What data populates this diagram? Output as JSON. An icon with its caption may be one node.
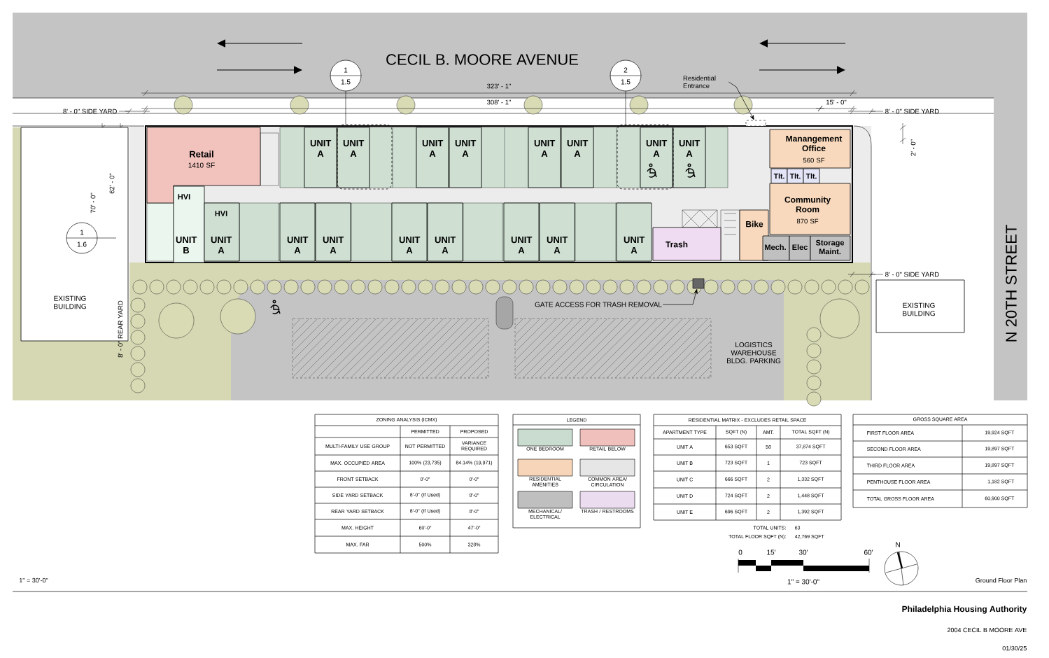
{
  "diagram": {
    "nodes": [
      {
        "text": [
          "Retail",
          "1410 SF"
        ]
      },
      {
        "text": [
          "UNIT A"
        ]
      },
      {
        "text": [
          "UNIT A"
        ]
      },
      {
        "text": [
          "UNIT A"
        ]
      },
      {
        "text": [
          "UNIT A"
        ]
      },
      {
        "text": [
          "UNIT A"
        ]
      },
      {
        "text": [
          "UNIT A"
        ]
      },
      {
        "text": [
          "UNIT A"
        ]
      },
      {
        "text": [
          "UNIT A"
        ]
      },
      {
        "text": [
          "HVI",
          "UNIT B"
        ]
      },
      {
        "text": [
          "HVI",
          "UNIT A"
        ]
      },
      {
        "text": [
          "UNIT A"
        ]
      },
      {
        "text": [
          "UNIT A"
        ]
      },
      {
        "text": [
          "UNIT A"
        ]
      },
      {
        "text": [
          "UNIT A"
        ]
      },
      {
        "text": [
          "UNIT A"
        ]
      },
      {
        "text": [
          "UNIT A"
        ]
      },
      {
        "text": [
          "UNIT A"
        ]
      },
      {
        "text": [
          "Manangement Office",
          "560 SF"
        ]
      },
      {
        "text": [
          "Tlt."
        ]
      },
      {
        "text": [
          "Tlt."
        ]
      },
      {
        "text": [
          "Tlt."
        ]
      },
      {
        "text": [
          "Community Room",
          "870 SF"
        ]
      },
      {
        "text": [
          "Bike"
        ]
      },
      {
        "text": [
          "Trash"
        ]
      },
      {
        "text": [
          "Mech."
        ]
      },
      {
        "text": [
          "Elec"
        ]
      },
      {
        "text": [
          "Storage Maint."
        ]
      },
      {
        "text": [
          "EXISTING BUILDING"
        ]
      },
      {
        "text": [
          "EXISTING BUILDING"
        ]
      },
      {
        "text": [
          "1",
          "1.5"
        ]
      },
      {
        "text": [
          "2",
          "1.5"
        ]
      },
      {
        "text": [
          "1",
          "1.6"
        ],
        "in": 28
      },
      {
        "text": [
          "Residential Entrance"
        ]
      },
      {
        "text": [
          "GATE ACCESS FOR TRASH REMOVAL"
        ]
      },
      {
        "text": [],
        "shape": "box"
      },
      {
        "text": [],
        "shape": "box"
      }
    ],
    "edges": [
      {
        "from": 33,
        "to": 35,
        "arrow": "to"
      },
      {
        "from": 34,
        "to": 36,
        "arrow": "to"
      }
    ],
    "labels": [
      "CECIL B. MOORE AVENUE",
      "323' - 1\"",
      "308' - 1\"",
      "15' - 0\"",
      "8' - 0\" SIDE YARD",
      "8' - 0\" SIDE YARD",
      "2' - 0\"",
      "70' - 0\"",
      "62' - 0\"",
      "N 20TH STREET",
      "8' - 0\" SIDE YARD",
      "8' - 0\" REAR YARD",
      "LOGISTICS WAREHOUSE BLDG. PARKING",
      "ZONING ANALYSIS (ICMX)",
      "PERMITTED",
      "PROPOSED",
      "MULTI-FAMILY USE GROUP",
      "NOT PERMITTED",
      "VARIANCE REQUIRED",
      "MAX. OCCUPIED AREA",
      "100% (23,735)",
      "84.14% (19,971)",
      "FRONT SETBACK",
      "0'-0\"",
      "0'-0\"",
      "SIDE YARD SETBACK",
      "8'-0\" (If Used)",
      "8'-0\"",
      "REAR YARD SETBACK",
      "8'-0\" (If Used)",
      "8'-0\"",
      "MAX. HEIGHT",
      "60'-0\"",
      "47'-0\"",
      "MAX. FAR",
      "500%",
      "328%",
      "LEGEND",
      "RESIDENTIAL MATRIX - EXCLUDES RETAIL SPACE",
      "APARTMENT TYPE",
      "SQFT (N)",
      "AMT.",
      "TOTAL SQFT (N)",
      "UNIT A",
      "653 SQFT",
      "58",
      "37,874 SQFT",
      "UNIT B",
      "723 SQFT",
      "1",
      "723 SQFT",
      "UNIT C",
      "666 SQFT",
      "2",
      "1,332 SQFT",
      "UNIT D",
      "724 SQFT",
      "2",
      "1,448 SQFT",
      "UNIT E",
      "696 SQFT",
      "2",
      "1,392 SQFT",
      "GROSS SQUARE AREA",
      "FIRST FLOOR AREA",
      "19,924 SQFT",
      "SECOND FLOOR AREA",
      "19,897 SQFT",
      "THIRD FLOOR AREA",
      "19,897 SQFT",
      "PENTHOUSE FLOOR AREA",
      "1,182 SQFT",
      "TOTAL GROSS FLOOR AREA",
      "60,900 SQFT",
      "TOTAL UNITS:",
      "63",
      "TOTAL FLOOR SQFT (N):",
      "42,769 SQFT",
      "0",
      "15'",
      "30'",
      "60'",
      "N",
      "1\" = 30'-0\"",
      "1\" = 30'-0\"",
      "Ground Floor Plan",
      "Philadelphia Housing Authority",
      "2004 CECIL B MOORE AVE",
      "01/30/25"
    ],
    "legend": [
      {
        "text": "ONE BEDROOM",
        "color": "#c9dccf"
      },
      {
        "text": "RETAIL BELOW",
        "color": "#f0c1bc"
      },
      {
        "text": "RESIDENTIAL AMENITIES",
        "color": "#f6d5b8"
      },
      {
        "text": "COMMON AREA/ CIRCULATION",
        "color": "#e6e6e6"
      },
      {
        "text": "MECHANICAL/ ELECTRICAL",
        "color": "#bfbfbf"
      },
      {
        "text": "TRASH / RESTROOMS",
        "color": "#ecdcf0"
      }
    ]
  }
}
